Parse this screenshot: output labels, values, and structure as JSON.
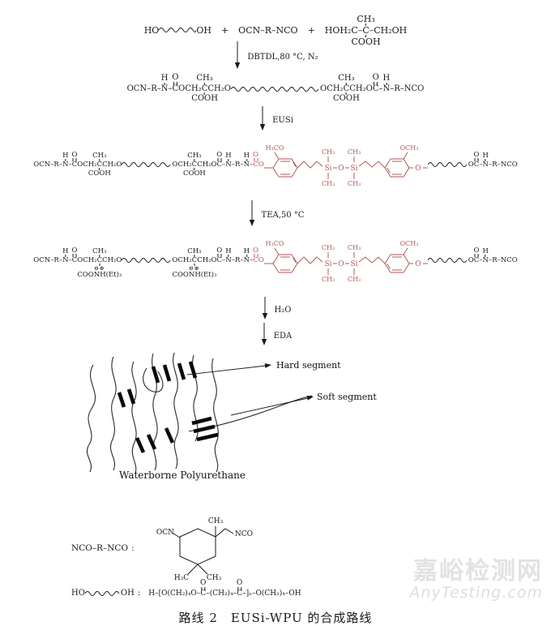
{
  "colors": {
    "red_segment": "#b35a5a",
    "ink": "#1a1a1a",
    "watermark": "#e2e2e2"
  },
  "tok": {
    "HO": "HO",
    "OH": "OH",
    "plus": "+",
    "diiso": "OCN–R–NCO",
    "dmpa_l": "HOH₂C–",
    "dmpa_r": "–CH₂OH",
    "ocn_r": "OCN–R–",
    "dash": "–",
    "N": "N",
    "H": "H",
    "C": "C",
    "O": "O",
    "och2": "OCH₂",
    "ch2o": "CH₂O",
    "ch3": "CH₃",
    "cooh": "COOH",
    "r_": "–R–",
    "r_nco": "–R–NCO",
    "charges": "⊖⊕",
    "salt": "COONH(Et)₃"
  },
  "arrows": {
    "a1": "DBTDL,80 °C, N₂",
    "a2": "EUSi",
    "a3": "TEA,50 °C",
    "a4": "H₂O",
    "a5": "EDA"
  },
  "eusi": {
    "c": "C",
    "o": "O",
    "h3co": "H₃CO",
    "och3": "OCH₃",
    "si": "Si",
    "ch3": "CH₃",
    "o_mid": "O",
    "o_end": "O"
  },
  "network": {
    "hard": "Hard segment",
    "soft": "Soft segment",
    "title": "Waterborne Polyurethane"
  },
  "legend": {
    "r_label": "NCO–R–NCO",
    "colon": ":",
    "ipdi": {
      "ocn": "OCN",
      "ch3_top": "CH₃",
      "nco": "NCO",
      "h3c": "H₃C",
      "ch3_b": "CH₃"
    },
    "polyol_l": "HO",
    "polyol_r": "OH",
    "p1": "H–[O(CH₂)₄O–",
    "p2": "–(CH₂)₄–",
    "p3": "–]ₙ–O(CH₂)₄–OH"
  },
  "caption": "路线 2　EUSi-WPU 的合成路线",
  "watermark": {
    "cn": "嘉峪检测网",
    "en": "AnyTesting.com"
  }
}
